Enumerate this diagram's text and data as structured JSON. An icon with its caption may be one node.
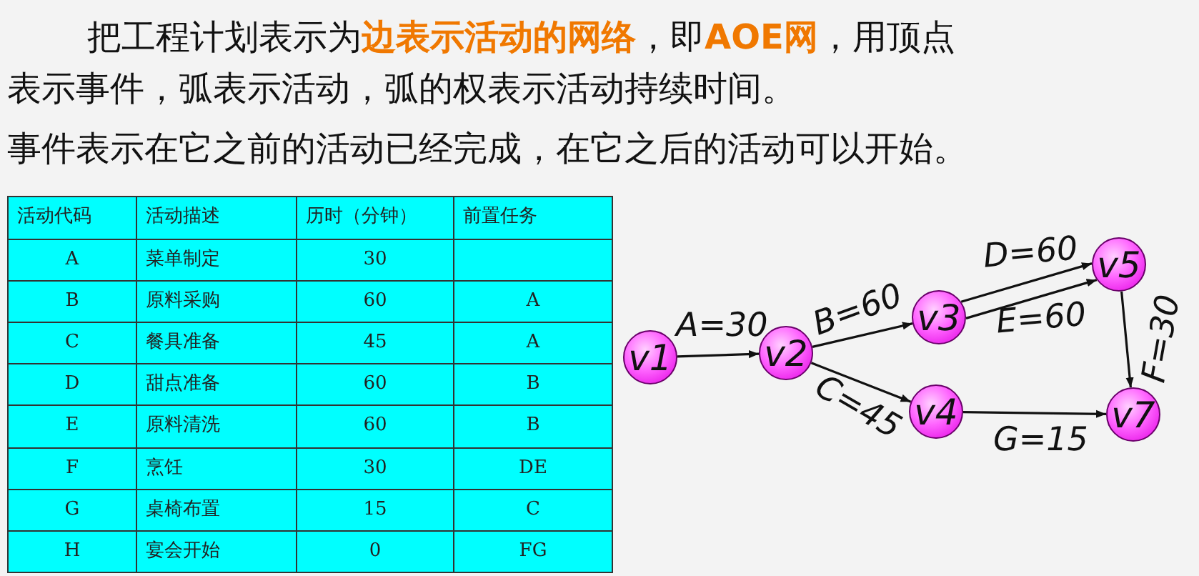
{
  "diagram": {
    "nodes": [
      {
        "text": [
          "v1"
        ]
      },
      {
        "text": [
          "v2"
        ]
      },
      {
        "text": [
          "v3"
        ]
      },
      {
        "text": [
          "v4"
        ]
      },
      {
        "text": [
          "v5"
        ]
      },
      {
        "text": [
          "v7"
        ]
      }
    ],
    "edges": [
      {
        "from": 0,
        "to": 1,
        "arrow": "to",
        "label": "A=30"
      },
      {
        "from": 1,
        "to": 2,
        "arrow": "to",
        "label": "B=60"
      },
      {
        "from": 1,
        "to": 3,
        "arrow": "to",
        "label": "C=45"
      },
      {
        "from": 2,
        "to": 4,
        "arrow": "to",
        "label": "D=60"
      },
      {
        "from": 2,
        "to": 4,
        "arrow": "to",
        "label": "E=60"
      },
      {
        "from": 4,
        "to": 5,
        "arrow": "to",
        "label": "F=30"
      },
      {
        "from": 3,
        "to": 5,
        "arrow": "to",
        "label": "G=15"
      }
    ],
    "labels": [
      "把工程计划表示为**边表示活动的网络**，即**AOE网**，用顶点表示事件，弧表示活动，弧的权表示活动持续时间。",
      "事件表示在它之前的活动已经完成，在它之后的活动可以开始。",
      "活动代码",
      "活动描述",
      "历时（分钟）",
      "前置任务",
      "A",
      "菜单制定",
      "30",
      "B",
      "原料采购",
      "60",
      "A",
      "C",
      "餐具准备",
      "45",
      "A",
      "D",
      "甜点准备",
      "60",
      "B",
      "E",
      "原料清洗",
      "60",
      "B",
      "F",
      "烹饪",
      "30",
      "DE",
      "G",
      "桌椅布置",
      "15",
      "C",
      "H",
      "宴会开始",
      "0",
      "FG"
    ]
  }
}
